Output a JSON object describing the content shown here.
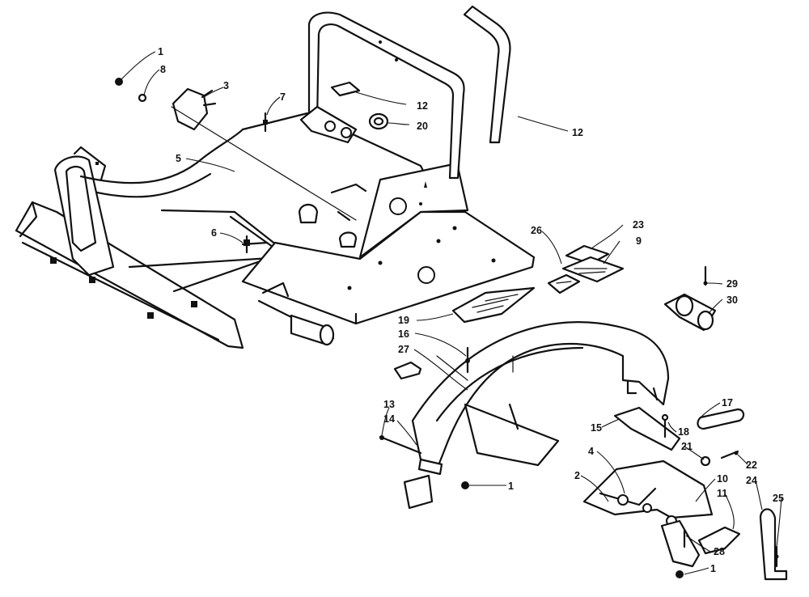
{
  "diagram": {
    "callouts": [
      {
        "id": "c1a",
        "text": "1"
      },
      {
        "id": "c8",
        "text": "8"
      },
      {
        "id": "c3",
        "text": "3"
      },
      {
        "id": "c7",
        "text": "7"
      },
      {
        "id": "c12a",
        "text": "12"
      },
      {
        "id": "c20",
        "text": "20"
      },
      {
        "id": "c12b",
        "text": "12"
      },
      {
        "id": "c5",
        "text": "5"
      },
      {
        "id": "c6",
        "text": "6"
      },
      {
        "id": "c26",
        "text": "26"
      },
      {
        "id": "c23",
        "text": "23"
      },
      {
        "id": "c9",
        "text": "9"
      },
      {
        "id": "c29",
        "text": "29"
      },
      {
        "id": "c30",
        "text": "30"
      },
      {
        "id": "c19",
        "text": "19"
      },
      {
        "id": "c16",
        "text": "16"
      },
      {
        "id": "c27",
        "text": "27"
      },
      {
        "id": "c17",
        "text": "17"
      },
      {
        "id": "c13",
        "text": "13"
      },
      {
        "id": "c14",
        "text": "14"
      },
      {
        "id": "c15",
        "text": "15"
      },
      {
        "id": "c18",
        "text": "18"
      },
      {
        "id": "c21",
        "text": "21"
      },
      {
        "id": "c4",
        "text": "4"
      },
      {
        "id": "c22",
        "text": "22"
      },
      {
        "id": "c1b",
        "text": "1"
      },
      {
        "id": "c2",
        "text": "2"
      },
      {
        "id": "c10",
        "text": "10"
      },
      {
        "id": "c24",
        "text": "24"
      },
      {
        "id": "c11",
        "text": "11"
      },
      {
        "id": "c25",
        "text": "25"
      },
      {
        "id": "c28",
        "text": "28"
      },
      {
        "id": "c1c",
        "text": "1"
      }
    ]
  }
}
